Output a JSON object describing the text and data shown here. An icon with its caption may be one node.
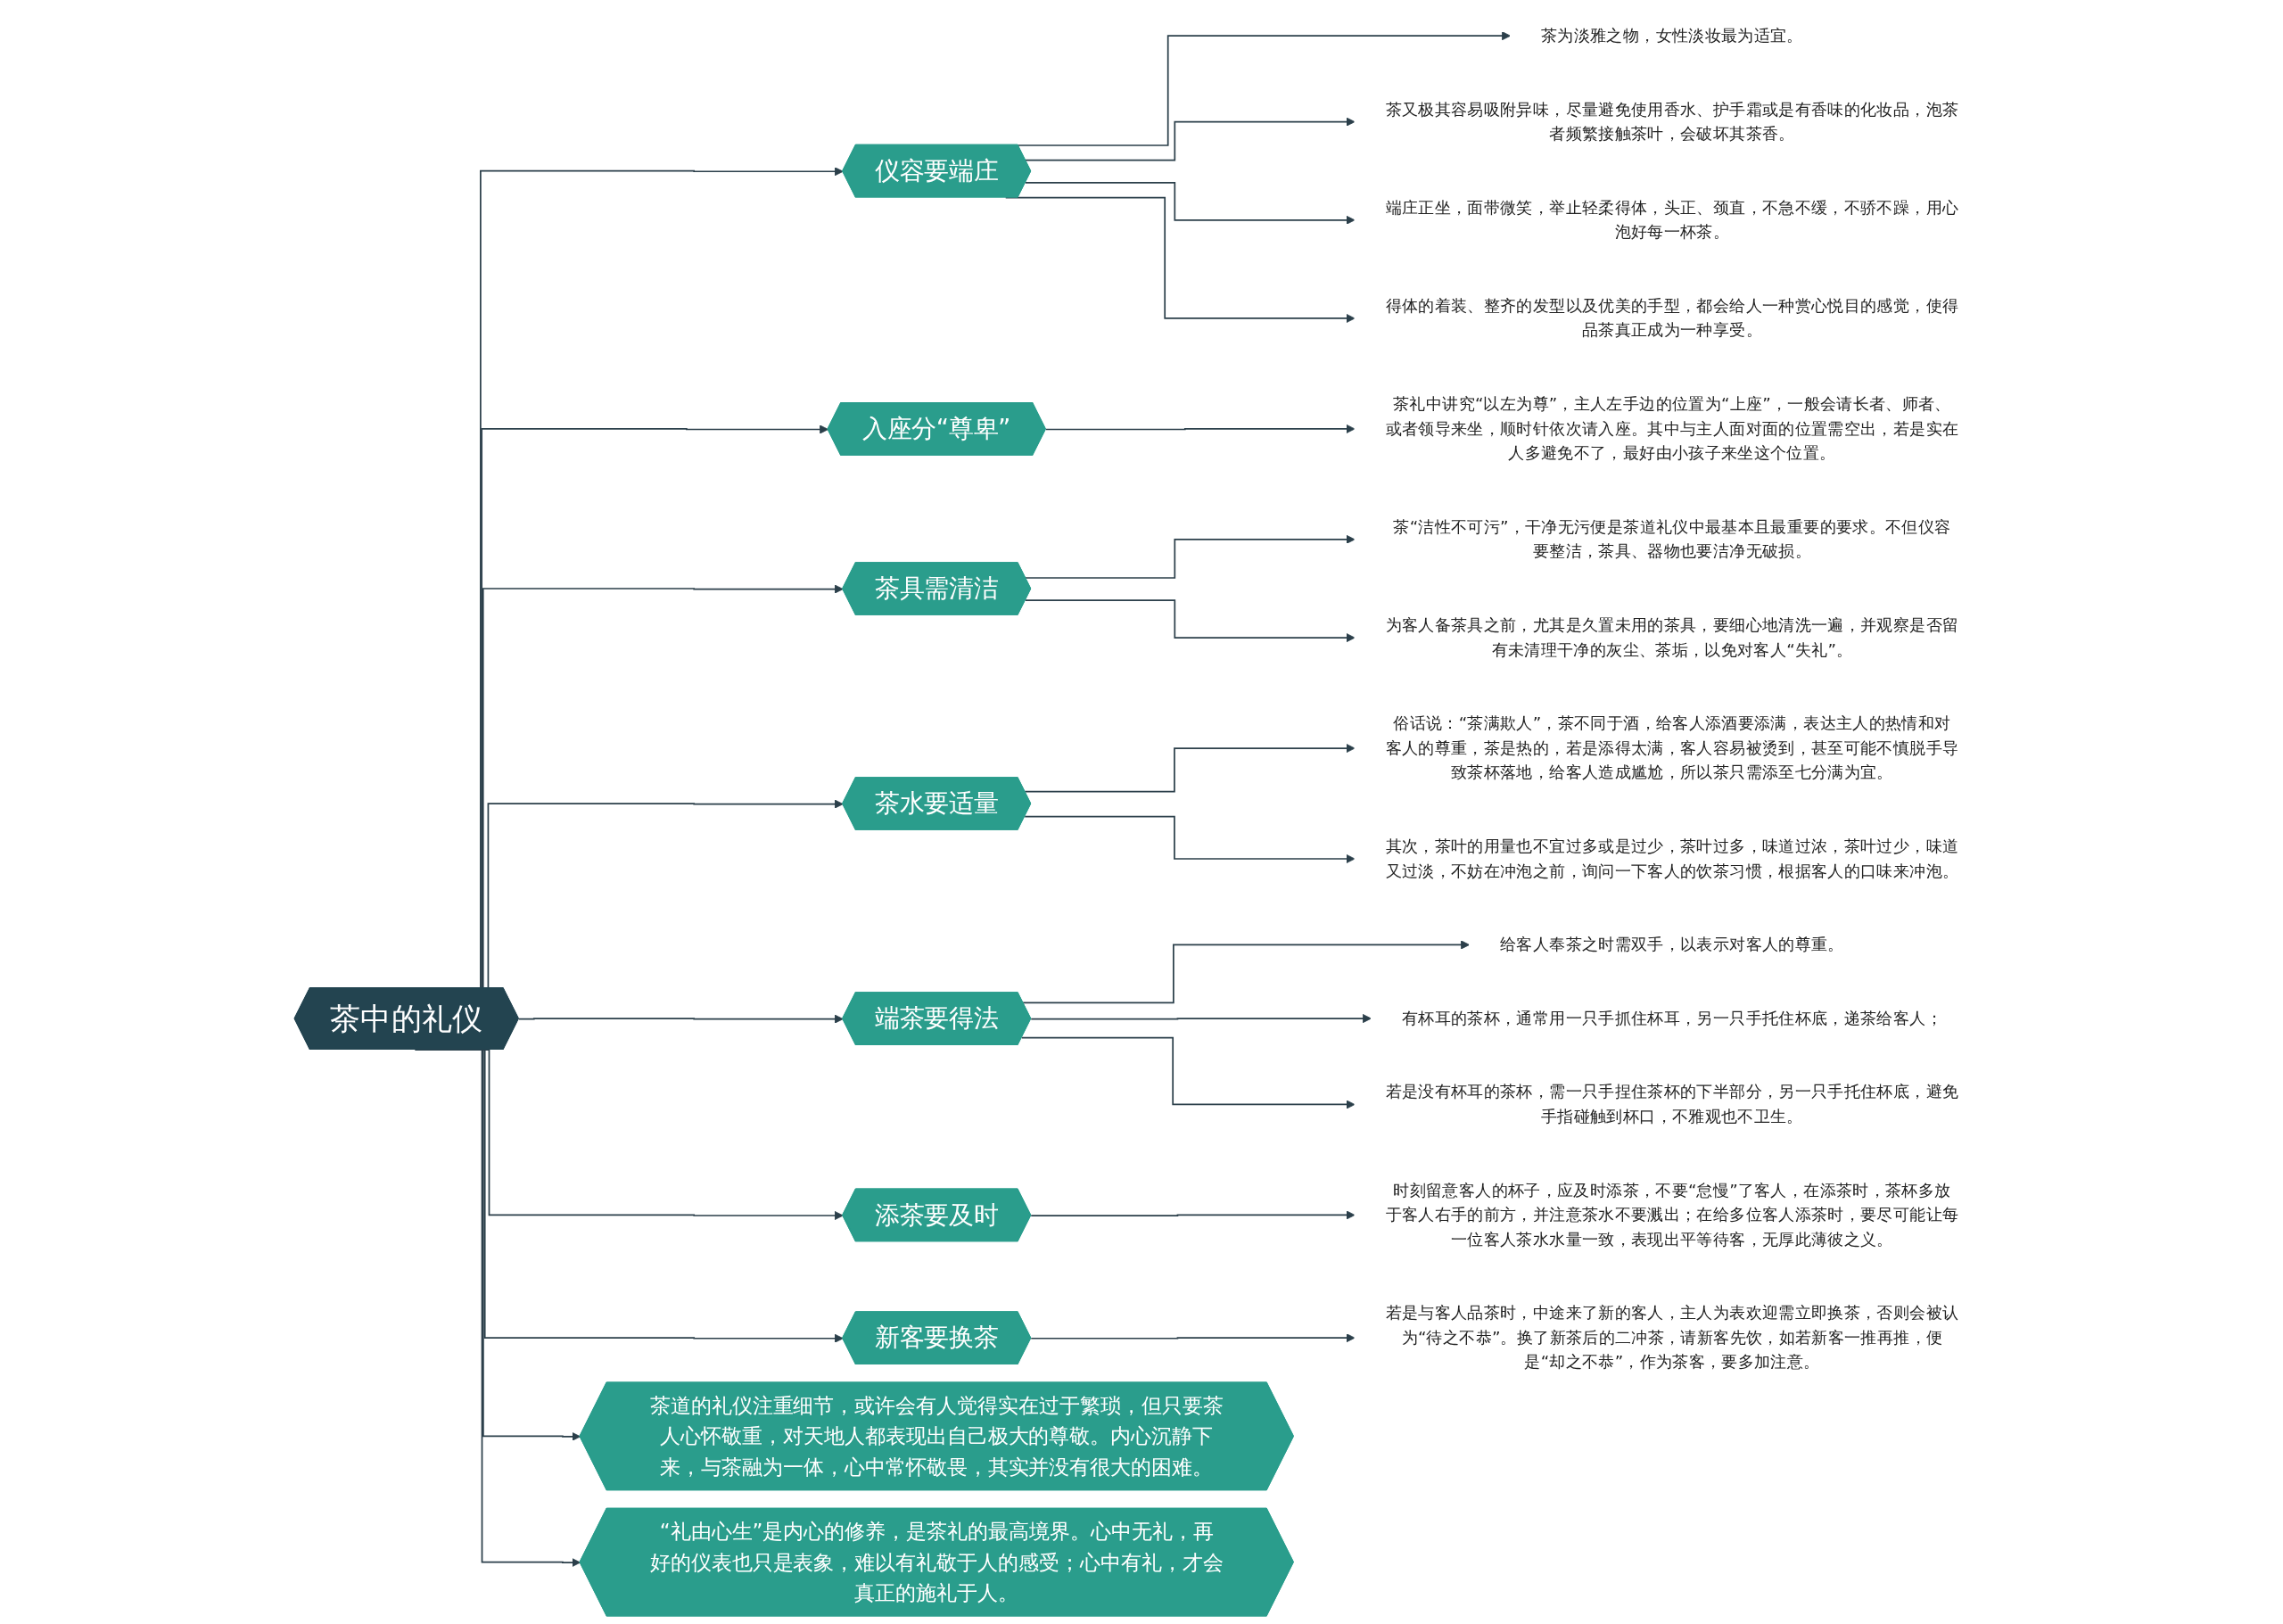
{
  "diagram": {
    "nodes": [
      {
        "text": [
          "茶中的礼仪"
        ]
      },
      {
        "text": [
          "仪容要端庄"
        ]
      },
      {
        "text": [
          "茶为淡雅之物，女性淡妆最为适宜。"
        ]
      },
      {
        "text": [
          "茶又极其容易吸附异味，尽量避免使用香水、护手霜或是有香味的化妆品，泡茶者频繁接触茶叶，会破坏其茶香。"
        ]
      },
      {
        "text": [
          "端庄正坐，面带微笑，举止轻柔得体，头正、颈直，不急不缓，不骄不躁，用心泡好每一杯茶。"
        ]
      },
      {
        "text": [
          "得体的着装、整齐的发型以及优美的手型，都会给人一种赏心悦目的感觉，使得品茶真正成为一种享受。"
        ]
      },
      {
        "text": [
          "入座分“尊卑”"
        ]
      },
      {
        "text": [
          "茶礼中讲究“以左为尊”，主人左手边的位置为“上座”，一般会请长者、师者、或者领导来坐，顺时针依次请入座。其中与主人面对面的位置需空出，若是实在人多避免不了，最好由小孩子来坐这个位置。"
        ]
      },
      {
        "text": [
          "茶具需清洁"
        ]
      },
      {
        "text": [
          "茶“洁性不可污”，干净无污便是茶道礼仪中最基本且最重要的要求。不但仪容要整洁，茶具、器物也要洁净无破损。"
        ]
      },
      {
        "text": [
          "为客人备茶具之前，尤其是久置未用的茶具，要细心地清洗一遍，并观察是否留有未清理干净的灰尘、茶垢，以免对客人“失礼”。"
        ]
      },
      {
        "text": [
          "茶水要适量"
        ]
      },
      {
        "text": [
          "俗话说：“茶满欺人”，茶不同于酒，给客人添酒要添满，表达主人的热情和对客人的尊重，茶是热的，若是添得太满，客人容易被烫到，甚至可能不慎脱手导致茶杯落地，给客人造成尴尬，所以茶只需添至七分满为宜。"
        ]
      },
      {
        "text": [
          "其次，茶叶的用量也不宜过多或是过少，茶叶过多，味道过浓，茶叶过少，味道又过淡，不妨在冲泡之前，询问一下客人的饮茶习惯，根据客人的口味来冲泡。"
        ]
      },
      {
        "text": [
          "端茶要得法"
        ]
      },
      {
        "text": [
          "给客人奉茶之时需双手，以表示对客人的尊重。"
        ]
      },
      {
        "text": [
          "有杯耳的茶杯，通常用一只手抓住杯耳，另一只手托住杯底，递茶给客人；"
        ]
      },
      {
        "text": [
          "若是没有杯耳的茶杯，需一只手捏住茶杯的下半部分，另一只手托住杯底，避免手指碰触到杯口，不雅观也不卫生。"
        ]
      },
      {
        "text": [
          "添茶要及时"
        ]
      },
      {
        "text": [
          "时刻留意客人的杯子，应及时添茶，不要“怠慢”了客人，在添茶时，茶杯多放于客人右手的前方，并注意茶水不要溅出；在给多位客人添茶时，要尽可能让每一位客人茶水水量一致，表现出平等待客，无厚此薄彼之义。"
        ]
      },
      {
        "text": [
          "新客要换茶"
        ]
      },
      {
        "text": [
          "若是与客人品茶时，中途来了新的客人，主人为表欢迎需立即换茶，否则会被认为“待之不恭”。换了新茶后的二冲茶，请新客先饮，如若新客一推再推，便是“却之不恭”，作为茶客，要多加注意。"
        ]
      },
      {
        "text": [
          "茶道的礼仪注重细节，或许会有人觉得实在过于繁琐，但只要茶人心怀敬重，对天地人都表现出自己极大的尊敬。内心沉静下来，与茶融为一体，心中常怀敬畏，其实并没有很大的困难。"
        ]
      },
      {
        "text": [
          "“礼由心生”是内心的修养，是茶礼的最高境界。心中无礼，再好的仪表也只是表象，难以有礼敬于人的感受；心中有礼，才会真正的施礼于人。"
        ]
      }
    ],
    "edges": [
      {
        "from": 0,
        "to": 1,
        "arrow": "to"
      },
      {
        "from": 1,
        "to": 2,
        "arrow": "to"
      },
      {
        "from": 1,
        "to": 3,
        "arrow": "to"
      },
      {
        "from": 1,
        "to": 4,
        "arrow": "to"
      },
      {
        "from": 1,
        "to": 5,
        "arrow": "to"
      },
      {
        "from": 0,
        "to": 6,
        "arrow": "to"
      },
      {
        "from": 6,
        "to": 7,
        "arrow": "to"
      },
      {
        "from": 0,
        "to": 8,
        "arrow": "to"
      },
      {
        "from": 8,
        "to": 9,
        "arrow": "to"
      },
      {
        "from": 8,
        "to": 10,
        "arrow": "to"
      },
      {
        "from": 0,
        "to": 11,
        "arrow": "to"
      },
      {
        "from": 11,
        "to": 12,
        "arrow": "to"
      },
      {
        "from": 11,
        "to": 13,
        "arrow": "to"
      },
      {
        "from": 0,
        "to": 14,
        "arrow": "to"
      },
      {
        "from": 14,
        "to": 15,
        "arrow": "to"
      },
      {
        "from": 14,
        "to": 16,
        "arrow": "to"
      },
      {
        "from": 14,
        "to": 17,
        "arrow": "to"
      },
      {
        "from": 0,
        "to": 18,
        "arrow": "to"
      },
      {
        "from": 18,
        "to": 19,
        "arrow": "to"
      },
      {
        "from": 0,
        "to": 20,
        "arrow": "to"
      },
      {
        "from": 20,
        "to": 21,
        "arrow": "to"
      },
      {
        "from": 0,
        "to": 22,
        "arrow": "to"
      },
      {
        "from": 0,
        "to": 23,
        "arrow": "to"
      }
    ]
  }
}
